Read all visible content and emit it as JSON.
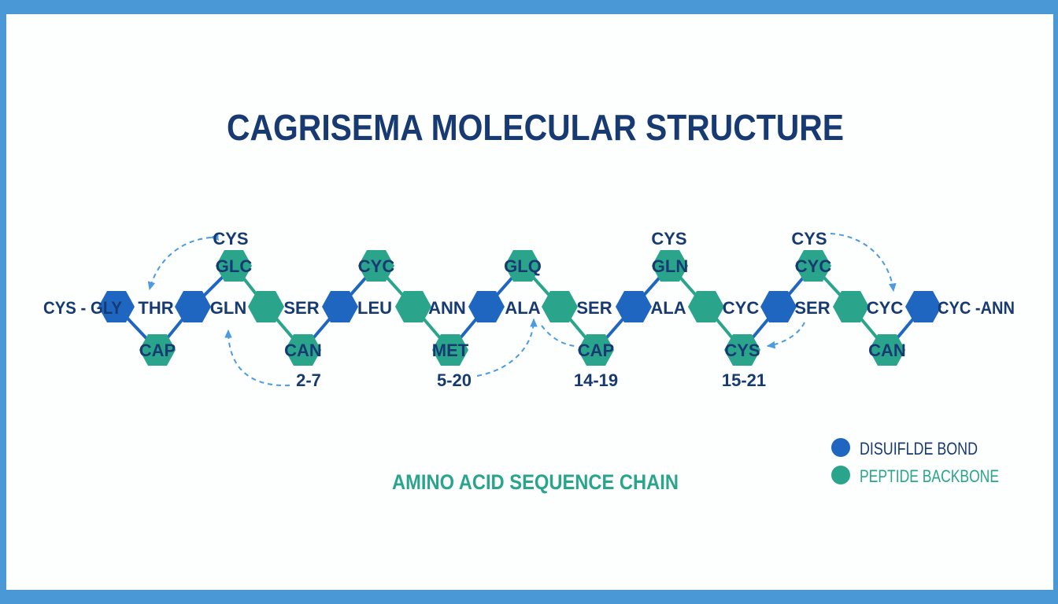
{
  "title": "CAGRISEMA MOLECULAR STRUCTURE",
  "subtitle": "AMINO ACID SEQUENCE CHAIN",
  "colors": {
    "navy": "#173a72",
    "disulfide": "#1e66c0",
    "backbone": "#2aa58c",
    "frame": "#4a98d6",
    "arrow": "#4a9be0"
  },
  "legend": [
    {
      "label": "DISUIFLDE BOND",
      "color": "#1e66c0"
    },
    {
      "label": "PEPTIDE BACKBONE",
      "color": "#2aa58c"
    }
  ],
  "chain": {
    "middle_labels": [
      "CYS - GLY",
      "THR",
      "GLN",
      "SER",
      "LEU",
      "ANN",
      "ALA",
      "SER",
      "ALA",
      "CYC",
      "SER",
      "CYC",
      "CYC -ANN"
    ],
    "middle_hex_types": [
      "disulfide",
      "disulfide",
      "backbone",
      "disulfide",
      "backbone",
      "disulfide",
      "backbone",
      "disulfide",
      "backbone",
      "disulfide",
      "backbone",
      "disulfide"
    ],
    "top_nodes": [
      "GLC",
      "CYC",
      "GLQ",
      "GLN",
      "CYC"
    ],
    "bottom_nodes": [
      "CAP",
      "CAN",
      "MET",
      "CAP",
      "CYS",
      "CAN"
    ],
    "top_annotations": [
      "CYS",
      "CYS",
      "CYS"
    ],
    "range_labels": [
      "2-7",
      "5-20",
      "14-19",
      "15-21"
    ]
  }
}
